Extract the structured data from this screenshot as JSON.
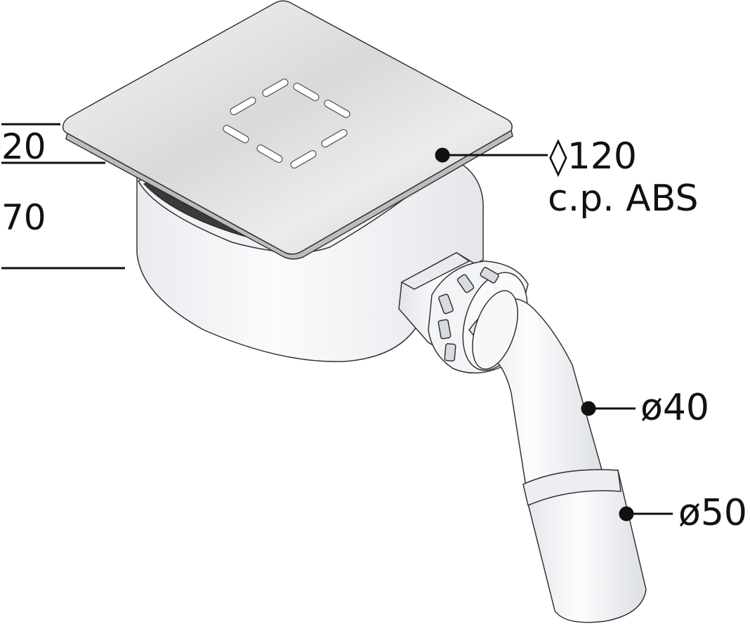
{
  "dimensions": {
    "grate_height": "20",
    "body_height": "70"
  },
  "callouts": {
    "grate_size": "◊120",
    "grate_material": "c.p. ABS",
    "outlet_inner_diameter": "ø40",
    "outlet_outer_diameter": "ø50"
  },
  "colors": {
    "line": "#111111",
    "body_fill": "#f4f5f7",
    "grate_fill": "#e6e6e6",
    "seal": "#3a3a3a"
  }
}
